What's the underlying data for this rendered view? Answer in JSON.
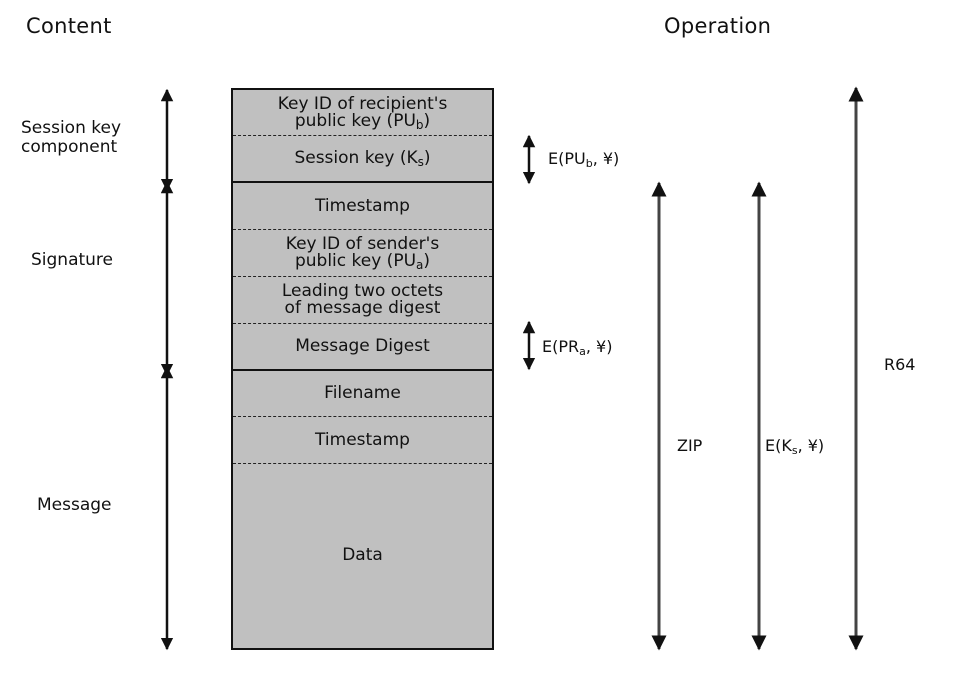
{
  "headers": {
    "content": "Content",
    "operation": "Operation"
  },
  "sections": {
    "session_key_component": "Session key\ncomponent",
    "signature": "Signature",
    "message": "Message"
  },
  "fields": {
    "recipient_key_id": {
      "text": "Key ID of recipient's\npublic key (PU",
      "sub": "b",
      "tail": ")"
    },
    "session_key": {
      "text": "Session key (K",
      "sub": "s",
      "tail": ")"
    },
    "sig_timestamp": {
      "text": "Timestamp"
    },
    "sender_key_id": {
      "text": "Key ID of sender's\npublic key (PU",
      "sub": "a",
      "tail": ")"
    },
    "leading_octets": {
      "text": "Leading two octets\nof message digest"
    },
    "message_digest": {
      "text": "Message Digest"
    },
    "filename": {
      "text": "Filename"
    },
    "msg_timestamp": {
      "text": "Timestamp"
    },
    "data": {
      "text": "Data"
    }
  },
  "operations": {
    "e_pub": {
      "pre": "E(PU",
      "sub": "b",
      "post": ", ¥)"
    },
    "e_pra": {
      "pre": "E(PR",
      "sub": "a",
      "post": ", ¥)"
    },
    "zip": {
      "pre": "ZIP"
    },
    "e_ks": {
      "pre": "E(K",
      "sub": "s",
      "post": ", ¥)"
    },
    "r64": {
      "pre": "R64"
    }
  },
  "colors": {
    "box_fill": "#c0c0c0",
    "line": "#111111"
  }
}
